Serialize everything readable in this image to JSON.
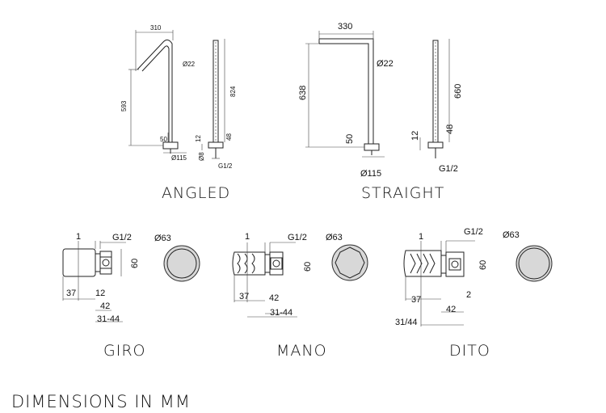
{
  "title": "DIMENSIONS IN MM",
  "views": {
    "angled": {
      "caption": "ANGLED",
      "dims": {
        "reach": "310",
        "pipe_dia": "Ø22",
        "height": "593",
        "total": "824",
        "base_h": "50",
        "base_dia": "Ø115",
        "plate": "12",
        "stem": "48",
        "rod_dia": "Ø8",
        "thread": "G1/2"
      }
    },
    "straight": {
      "caption": "STRAIGHT",
      "dims": {
        "reach": "330",
        "pipe_dia": "Ø22",
        "height": "638",
        "total": "660",
        "base_h": "50",
        "base_dia": "Ø115",
        "plate": "12",
        "stem": "48",
        "thread": "G1/2"
      }
    },
    "giro": {
      "caption": "GIRO",
      "dims": {
        "one": "1",
        "thread": "G1/2",
        "knob_dia": "Ø63",
        "height": "60",
        "d37": "37",
        "d12": "12",
        "d42": "42",
        "d3144": "31-44"
      }
    },
    "mano": {
      "caption": "MANO",
      "dims": {
        "one": "1",
        "thread": "G1/2",
        "knob_dia": "Ø63",
        "height": "60",
        "d37": "37",
        "d42": "42",
        "d3144": "31-44"
      }
    },
    "dito": {
      "caption": "DITO",
      "dims": {
        "one": "1",
        "thread": "G1/2",
        "knob_dia": "Ø63",
        "height": "60",
        "d37": "37",
        "d2": "2",
        "d42": "42",
        "d3144": "31/44"
      }
    }
  }
}
